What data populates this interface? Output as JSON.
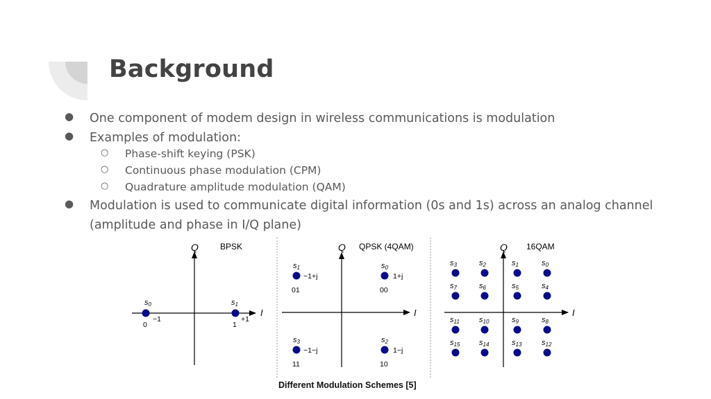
{
  "slide": {
    "title": "Background",
    "bullets": [
      {
        "text": "One component of modem design in wireless communications is modulation"
      },
      {
        "text": "Examples of modulation:",
        "sub": [
          "Phase-shift keying (PSK)",
          "Continuous phase modulation (CPM)",
          "Quadrature amplitude modulation (QAM)"
        ]
      },
      {
        "text_line1": "Modulation is used to communicate digital information (0s and 1s) across an analog channel",
        "text_line2": "(amplitude and phase in I/Q plane)"
      }
    ],
    "bullet_glyph": "●",
    "sub_bullet_glyph": "○",
    "caption": "Different Modulation Schemes [5]"
  },
  "figure": {
    "axis_labels": {
      "i": "I",
      "q": "Q"
    },
    "bpsk": {
      "title": "BPSK",
      "points": [
        {
          "symbol": "s0",
          "sub": "0",
          "value": "−1",
          "bits": "0"
        },
        {
          "symbol": "s1",
          "sub": "1",
          "value": "+1",
          "bits": "1"
        }
      ]
    },
    "qpsk": {
      "title": "QPSK (4QAM)",
      "points": [
        {
          "symbol": "s1",
          "sub": "1",
          "value": "−1+j",
          "bits": "01"
        },
        {
          "symbol": "s0",
          "sub": "0",
          "value": "1+j",
          "bits": "00"
        },
        {
          "symbol": "s3",
          "sub": "3",
          "value": "−1−j",
          "bits": "11"
        },
        {
          "symbol": "s2",
          "sub": "2",
          "value": "1−j",
          "bits": "10"
        }
      ]
    },
    "qam16": {
      "title": "16QAM",
      "rows": [
        [
          "3",
          "2",
          "1",
          "0"
        ],
        [
          "7",
          "6",
          "5",
          "4"
        ],
        [
          "11",
          "10",
          "9",
          "8"
        ],
        [
          "15",
          "14",
          "13",
          "12"
        ]
      ]
    },
    "colors": {
      "dot": "#0a0a8c",
      "axis": "#000000",
      "divider": "#999999"
    }
  }
}
